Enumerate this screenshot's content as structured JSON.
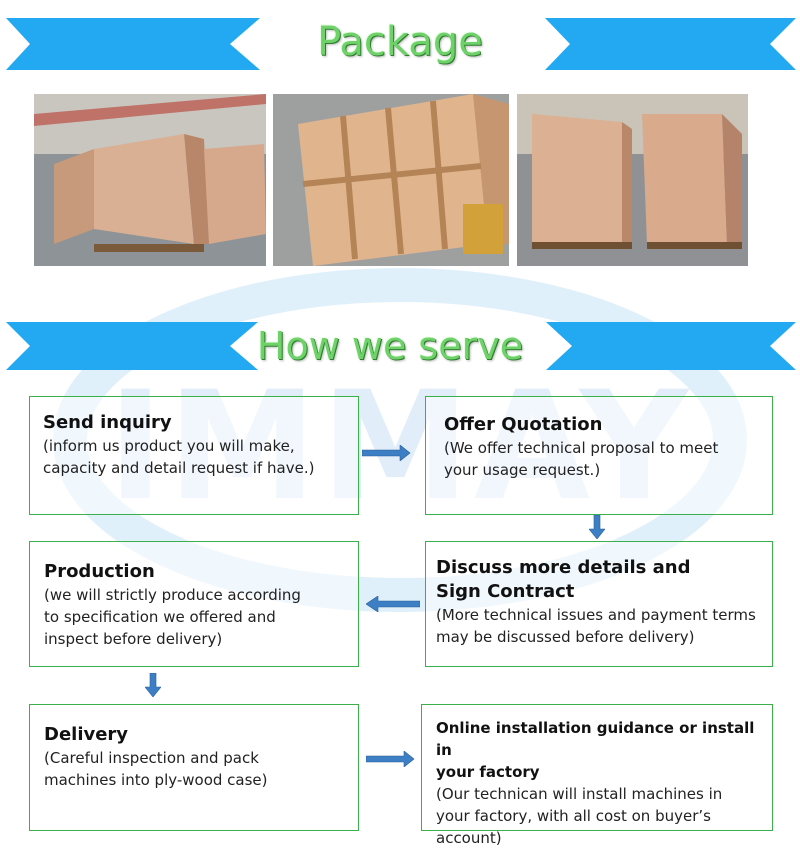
{
  "section_package": {
    "title": "Package"
  },
  "section_serve": {
    "title": "How we serve"
  },
  "watermark": {
    "text": "IMMAY"
  },
  "steps": [
    {
      "heading": "Send inquiry",
      "body": "(inform us product you will make,\ncapacity and detail request if have.)"
    },
    {
      "heading": "Offer Quotation",
      "body": "(We offer technical proposal to meet\nyour usage request.)"
    },
    {
      "heading": "Discuss more details  and\nSign Contract",
      "body": "(More technical issues and payment terms\nmay be discussed before delivery)"
    },
    {
      "heading": "Production",
      "body": "(we will strictly produce according\nto specification we offered and\ninspect before delivery)"
    },
    {
      "heading": "Delivery",
      "body": "(Careful inspection and pack\nmachines into ply-wood case)"
    },
    {
      "heading": "Online installation guidance or install in\nyour factory",
      "body": " (Our technican will install machines in\nyour factory, with all cost on buyer’s\naccount)"
    }
  ],
  "colors": {
    "ribbon": "#23a9f2",
    "border": "#3bb04a",
    "arrow": "#3d7fc4",
    "title": "#6fd16a"
  }
}
